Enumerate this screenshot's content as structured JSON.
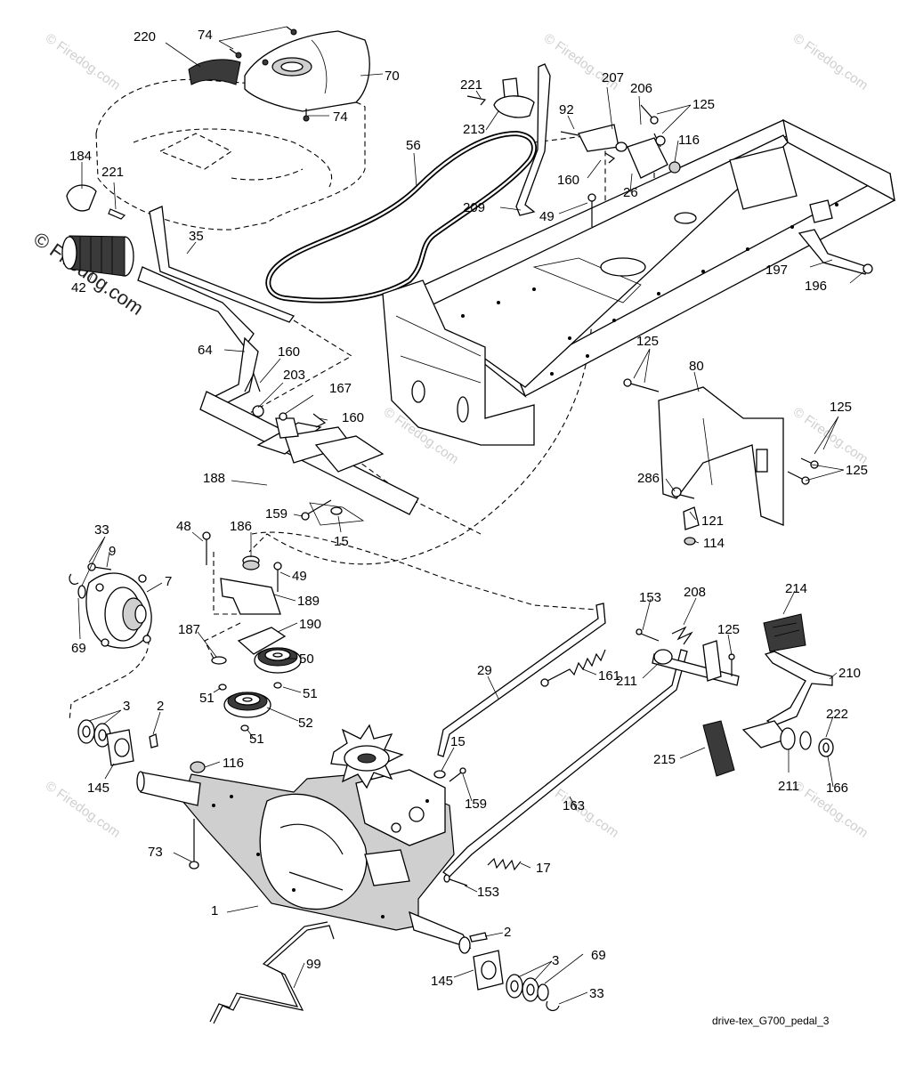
{
  "watermarks": {
    "large": "© Firedog.com",
    "small": "© Firedog.com"
  },
  "drawing_code": "drive-tex_G700_pedal_3",
  "callouts": [
    {
      "id": "c220",
      "text": "220"
    },
    {
      "id": "c74a",
      "text": "74"
    },
    {
      "id": "c70",
      "text": "70"
    },
    {
      "id": "c74b",
      "text": "74"
    },
    {
      "id": "c184",
      "text": "184"
    },
    {
      "id": "c221a",
      "text": "221"
    },
    {
      "id": "c42",
      "text": "42"
    },
    {
      "id": "c35",
      "text": "35"
    },
    {
      "id": "c56",
      "text": "56"
    },
    {
      "id": "c221b",
      "text": "221"
    },
    {
      "id": "c213",
      "text": "213"
    },
    {
      "id": "c207",
      "text": "207"
    },
    {
      "id": "c92",
      "text": "92"
    },
    {
      "id": "c206",
      "text": "206"
    },
    {
      "id": "c125a",
      "text": "125"
    },
    {
      "id": "c116a",
      "text": "116"
    },
    {
      "id": "c160a",
      "text": "160"
    },
    {
      "id": "c26",
      "text": "26"
    },
    {
      "id": "c209",
      "text": "209"
    },
    {
      "id": "c49a",
      "text": "49"
    },
    {
      "id": "c197",
      "text": "197"
    },
    {
      "id": "c196",
      "text": "196"
    },
    {
      "id": "c64",
      "text": "64"
    },
    {
      "id": "c160b",
      "text": "160"
    },
    {
      "id": "c203",
      "text": "203"
    },
    {
      "id": "c167",
      "text": "167"
    },
    {
      "id": "c160c",
      "text": "160"
    },
    {
      "id": "c125b",
      "text": "125"
    },
    {
      "id": "c80",
      "text": "80"
    },
    {
      "id": "c125c",
      "text": "125"
    },
    {
      "id": "c125d",
      "text": "125"
    },
    {
      "id": "c188",
      "text": "188"
    },
    {
      "id": "c159a",
      "text": "159"
    },
    {
      "id": "c15a",
      "text": "15"
    },
    {
      "id": "c286",
      "text": "286"
    },
    {
      "id": "c121",
      "text": "121"
    },
    {
      "id": "c114",
      "text": "114"
    },
    {
      "id": "c33a",
      "text": "33"
    },
    {
      "id": "c9",
      "text": "9"
    },
    {
      "id": "c7",
      "text": "7"
    },
    {
      "id": "c69a",
      "text": "69"
    },
    {
      "id": "c48",
      "text": "48"
    },
    {
      "id": "c186",
      "text": "186"
    },
    {
      "id": "c49b",
      "text": "49"
    },
    {
      "id": "c189",
      "text": "189"
    },
    {
      "id": "c190",
      "text": "190"
    },
    {
      "id": "c187",
      "text": "187"
    },
    {
      "id": "c50",
      "text": "50"
    },
    {
      "id": "c51a",
      "text": "51"
    },
    {
      "id": "c51b",
      "text": "51"
    },
    {
      "id": "c52",
      "text": "52"
    },
    {
      "id": "c51c",
      "text": "51"
    },
    {
      "id": "c153a",
      "text": "153"
    },
    {
      "id": "c208",
      "text": "208"
    },
    {
      "id": "c214",
      "text": "214"
    },
    {
      "id": "c125e",
      "text": "125"
    },
    {
      "id": "c210",
      "text": "210"
    },
    {
      "id": "c211a",
      "text": "211"
    },
    {
      "id": "c29",
      "text": "29"
    },
    {
      "id": "c161",
      "text": "161"
    },
    {
      "id": "c3a",
      "text": "3"
    },
    {
      "id": "c2a",
      "text": "2"
    },
    {
      "id": "c116b",
      "text": "116"
    },
    {
      "id": "c145a",
      "text": "145"
    },
    {
      "id": "c15b",
      "text": "15"
    },
    {
      "id": "c159b",
      "text": "159"
    },
    {
      "id": "c163",
      "text": "163"
    },
    {
      "id": "c215",
      "text": "215"
    },
    {
      "id": "c211b",
      "text": "211"
    },
    {
      "id": "c222",
      "text": "222"
    },
    {
      "id": "c166",
      "text": "166"
    },
    {
      "id": "c73",
      "text": "73"
    },
    {
      "id": "c17",
      "text": "17"
    },
    {
      "id": "c153b",
      "text": "153"
    },
    {
      "id": "c1",
      "text": "1"
    },
    {
      "id": "c2b",
      "text": "2"
    },
    {
      "id": "c99",
      "text": "99"
    },
    {
      "id": "c3b",
      "text": "3"
    },
    {
      "id": "c69b",
      "text": "69"
    },
    {
      "id": "c145b",
      "text": "145"
    },
    {
      "id": "c33b",
      "text": "33"
    }
  ]
}
